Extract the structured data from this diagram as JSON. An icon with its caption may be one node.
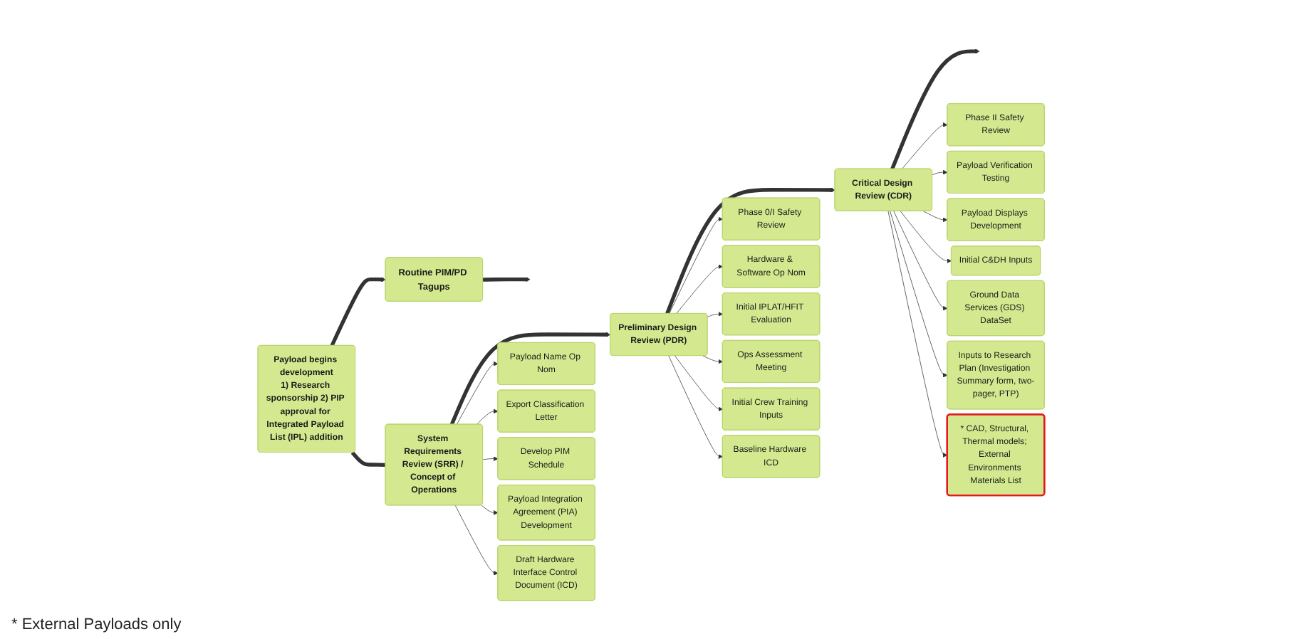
{
  "diagram": {
    "nodes": [
      {
        "text": [
          "Payload begins development",
          "1) Research sponsorship 2) PIP approval for Integrated Payload List (IPL) addition"
        ]
      },
      {
        "text": [
          "Routine PIM/PD Tagups"
        ]
      },
      {
        "text": [
          "System Requirements Review (SRR) / Concept of Operations"
        ]
      },
      {
        "text": [
          "Preliminary Design Review (PDR)"
        ]
      },
      {
        "text": [
          "Critical Design Review (CDR)"
        ]
      },
      {
        "text": [
          "Payload Name Op Nom"
        ]
      },
      {
        "text": [
          "Export Classification Letter"
        ]
      },
      {
        "text": [
          "Develop PIM Schedule"
        ]
      },
      {
        "text": [
          "Payload Integration Agreement (PIA) Development"
        ]
      },
      {
        "text": [
          "Draft Hardware Interface Control Document (ICD)"
        ]
      },
      {
        "text": [
          "Phase 0/I Safety Review"
        ]
      },
      {
        "text": [
          "Hardware & Software Op Nom"
        ]
      },
      {
        "text": [
          "Initial IPLAT/HFIT Evaluation"
        ]
      },
      {
        "text": [
          "Ops Assessment Meeting"
        ]
      },
      {
        "text": [
          "Initial Crew Training Inputs"
        ]
      },
      {
        "text": [
          "Baseline Hardware ICD"
        ]
      },
      {
        "text": [
          "Phase II Safety Review"
        ]
      },
      {
        "text": [
          "Payload Verification Testing"
        ]
      },
      {
        "text": [
          "Payload Displays Development"
        ]
      },
      {
        "text": [
          "Initial C&DH Inputs"
        ]
      },
      {
        "text": [
          "Ground Data Services (GDS) DataSet"
        ]
      },
      {
        "text": [
          "Inputs to Research Plan (Investigation Summary form, two-pager, PTP)"
        ]
      },
      {
        "text": [
          "* CAD, Structural, Thermal models; External Environments Materials List"
        ]
      }
    ],
    "edges": [
      {
        "from": 0,
        "to": 1,
        "arrow": "to",
        "style": "thick"
      },
      {
        "from": 1,
        "to": null,
        "arrow": "to",
        "style": "thick"
      },
      {
        "from": 0,
        "to": 2,
        "arrow": "none",
        "style": "thick"
      },
      {
        "from": 2,
        "to": 3,
        "arrow": "to",
        "style": "thick"
      },
      {
        "from": 3,
        "to": 4,
        "arrow": "to",
        "style": "thick"
      },
      {
        "from": 4,
        "to": null,
        "arrow": "to",
        "style": "thick"
      },
      {
        "from": 2,
        "to": 5,
        "arrow": "to"
      },
      {
        "from": 2,
        "to": 6,
        "arrow": "to"
      },
      {
        "from": 2,
        "to": 7,
        "arrow": "to"
      },
      {
        "from": 2,
        "to": 8,
        "arrow": "to"
      },
      {
        "from": 2,
        "to": 9,
        "arrow": "to"
      },
      {
        "from": 3,
        "to": 10,
        "arrow": "to"
      },
      {
        "from": 3,
        "to": 11,
        "arrow": "to"
      },
      {
        "from": 3,
        "to": 12,
        "arrow": "to"
      },
      {
        "from": 3,
        "to": 13,
        "arrow": "to"
      },
      {
        "from": 3,
        "to": 14,
        "arrow": "to"
      },
      {
        "from": 3,
        "to": 15,
        "arrow": "to"
      },
      {
        "from": 4,
        "to": 16,
        "arrow": "to"
      },
      {
        "from": 4,
        "to": 17,
        "arrow": "to"
      },
      {
        "from": 4,
        "to": 18,
        "arrow": "to"
      },
      {
        "from": 4,
        "to": 19,
        "arrow": "to"
      },
      {
        "from": 4,
        "to": 20,
        "arrow": "to"
      },
      {
        "from": 4,
        "to": 21,
        "arrow": "to"
      },
      {
        "from": 4,
        "to": 22,
        "arrow": "to"
      }
    ],
    "labels": [
      "* External Payloads only"
    ]
  }
}
